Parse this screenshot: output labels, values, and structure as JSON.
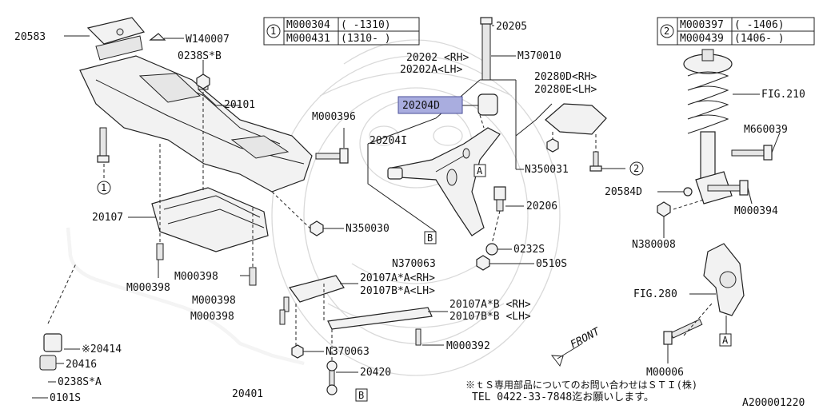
{
  "callouts": {
    "p20583": "20583",
    "w140007": "W140007",
    "p0238sb": "0238S*B",
    "p20101": "20101",
    "m000396": "M000396",
    "p20107": "20107",
    "m000398_a": "M000398",
    "m000398_b": "M000398",
    "m000398_c": "M000398",
    "m000398_d": "M000398",
    "n350030": "N350030",
    "p20107aa": "20107A*A<RH>",
    "p20107ba": "20107B*A<LH>",
    "p20107ab": "20107A*B <RH>",
    "p20107bb": "20107B*B <LH>",
    "m000392": "M000392",
    "n370063_a": "N370063",
    "n370063_b": "N370063",
    "p20414": "※20414",
    "p20416": "20416",
    "p0238sa": "0238S*A",
    "p0101s": "0101S",
    "p20401": "20401",
    "p20420": "20420",
    "p20205": "20205",
    "m370010": "M370010",
    "p20202rh": "20202 <RH>",
    "p20202alh": "20202A<LH>",
    "p20204d": "20204D",
    "p20204i": "20204I",
    "p20280drh": "20280D<RH>",
    "p20280elh": "20280E<LH>",
    "n350031": "N350031",
    "p20206": "20206",
    "p0232s": "0232S",
    "p0510s": "0510S",
    "p20584d": "20584D",
    "n380008": "N380008",
    "fig210": "FIG.210",
    "m660039": "M660039",
    "m000394": "M000394",
    "fig280": "FIG.280",
    "m00006": "M00006"
  },
  "markers": {
    "a_top": "A",
    "a_bottom": "A",
    "b_mid": "B",
    "b_bottom": "B",
    "circle1": "1",
    "circle2": "2"
  },
  "note_table_1": {
    "marker": "1",
    "rows": [
      {
        "code": "M000304",
        "range": "( -1310)"
      },
      {
        "code": "M000431",
        "range": "(1310- )"
      }
    ]
  },
  "note_table_2": {
    "marker": "2",
    "rows": [
      {
        "code": "M000397",
        "range": "( -1406)"
      },
      {
        "code": "M000439",
        "range": "(1406- )"
      }
    ]
  },
  "front_label": "FRONT",
  "footer_note_line1": "※ｔＳ専用部品についてのお問い合わせはＳＴＩ(株)",
  "footer_note_line2": "TEL 0422-33-7848迄お願いします。",
  "diagram_id": "A200001220"
}
